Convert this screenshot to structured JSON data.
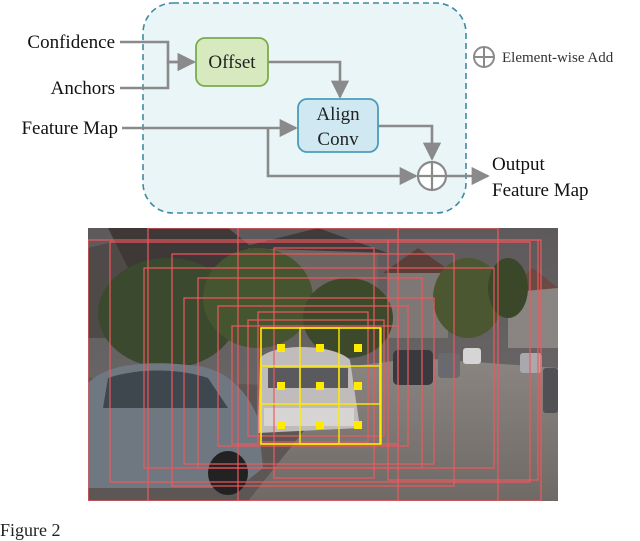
{
  "diagram": {
    "inputs": {
      "confidence": "Confidence",
      "anchors": "Anchors",
      "feature_map": "Feature Map"
    },
    "blocks": {
      "offset": "Offset",
      "align_line1": "Align",
      "align_line2": "Conv"
    },
    "output": {
      "line1": "Output",
      "line2": "Feature Map"
    },
    "legend": {
      "label": "Element-wise Add"
    },
    "colors": {
      "offset_fill": "#d6e9bf",
      "offset_stroke": "#7bac4a",
      "align_fill": "#cfe8f1",
      "align_stroke": "#4a9cb8",
      "dashed_box": "#3d8aa3",
      "dashed_box_fill": "#eaf5f7",
      "arrow": "#8a8a8a"
    }
  },
  "photo": {
    "colors": {
      "anchor_red": "#f0585d",
      "anchor_yellow": "#ffea00"
    }
  },
  "caption": "Figure 2"
}
